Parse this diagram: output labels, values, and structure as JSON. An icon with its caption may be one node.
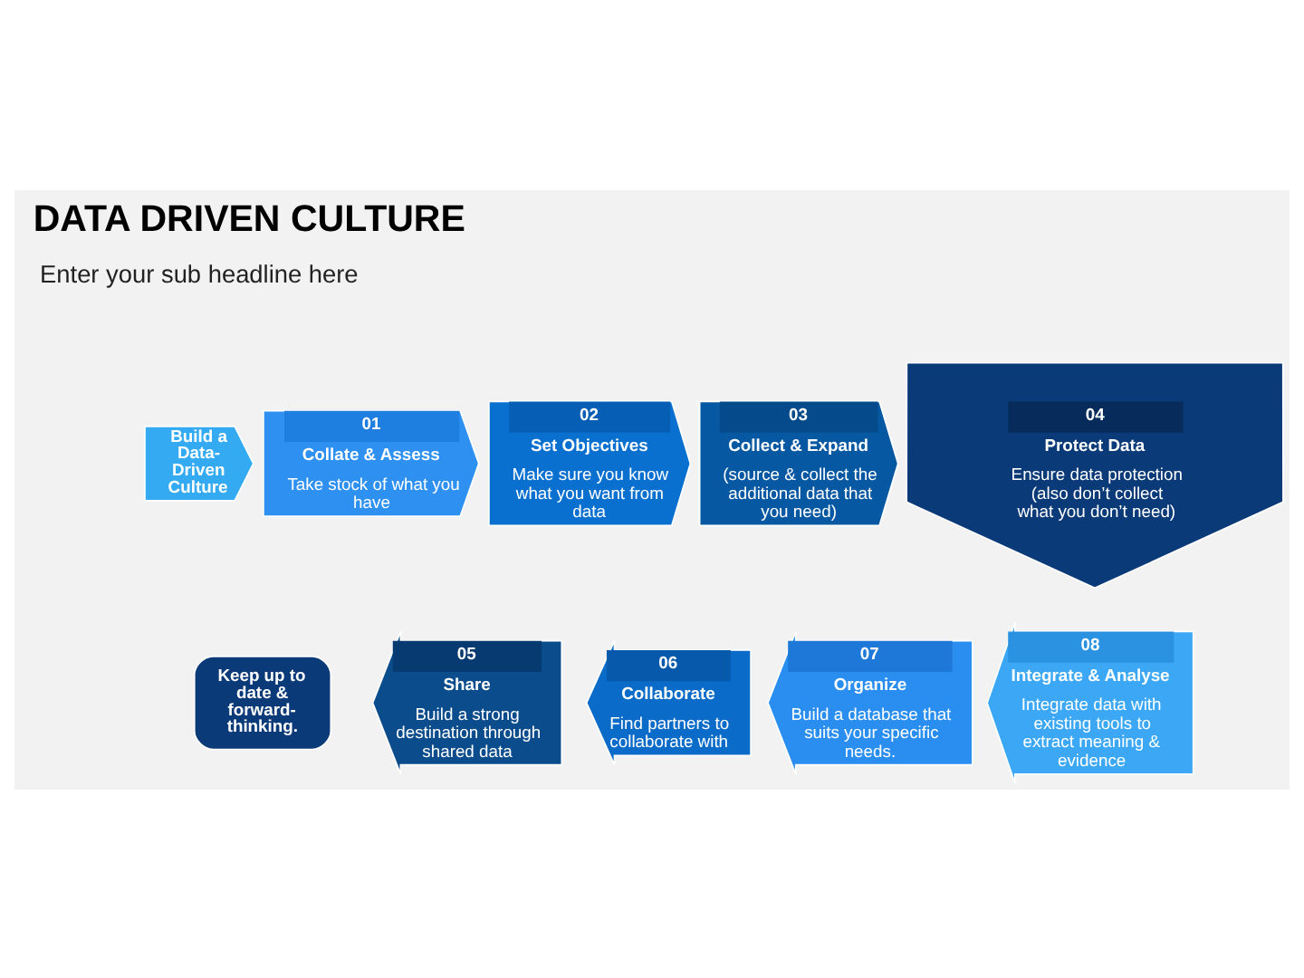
{
  "diagram": {
    "title": "DATA DRIVEN CULTURE",
    "nodes": [
      {
        "text": [
          "Build a Data-Driven Culture"
        ]
      },
      {
        "text": [
          "01",
          "Collate & Assess",
          "Take stock of what you have"
        ]
      },
      {
        "text": [
          "02",
          "Set Objectives",
          "Make sure you know what you want from data"
        ]
      },
      {
        "text": [
          "03",
          "Collect & Expand",
          "(source & collect the additional data that you need)"
        ]
      },
      {
        "text": [
          "04",
          "Protect Data",
          "Ensure data protection (also don’t collect what you don’t need)"
        ]
      },
      {
        "text": [
          "05",
          "Share",
          "Build a strong destination through shared data"
        ]
      },
      {
        "text": [
          "06",
          "Collaborate",
          "Find partners to collaborate with"
        ]
      },
      {
        "text": [
          "07",
          "Organize",
          "Build a database that suits your specific needs."
        ]
      },
      {
        "text": [
          "08",
          "Integrate & Analyse",
          "Integrate data with existing tools to extract meaning & evidence"
        ]
      },
      {
        "text": [
          "Keep up to date & forward-thinking."
        ]
      }
    ],
    "labels": [
      "Enter your sub headline here"
    ]
  }
}
